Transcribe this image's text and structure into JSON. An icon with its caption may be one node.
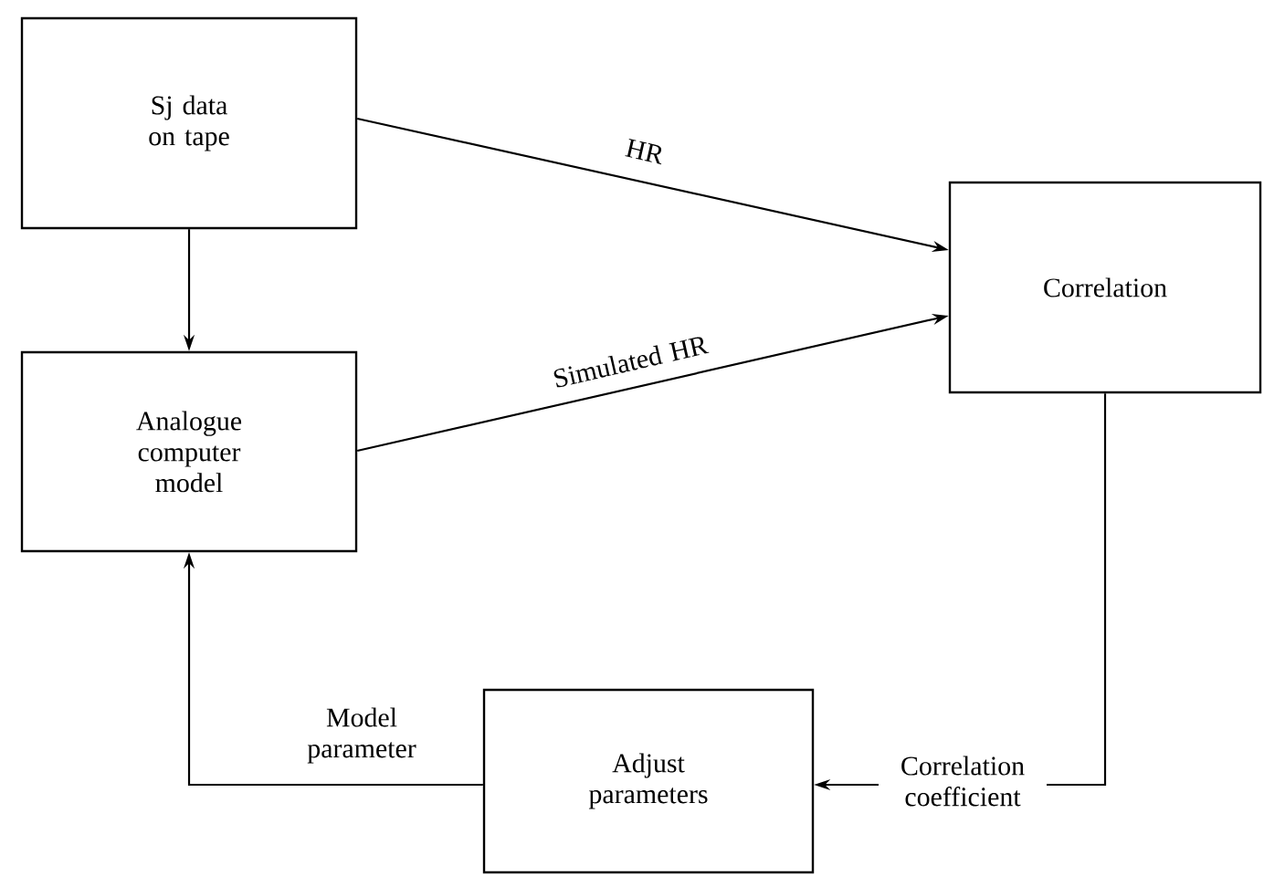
{
  "diagram": {
    "nodes": [
      {
        "text": [
          "Sj data on tape"
        ]
      },
      {
        "text": [
          "Analogue computer model"
        ]
      },
      {
        "text": [
          "Correlation"
        ]
      },
      {
        "text": [
          "Adjust parameters"
        ]
      }
    ],
    "edges": [
      {
        "from": 0,
        "to": 2,
        "arrow": "to",
        "label": "HR"
      },
      {
        "from": 0,
        "to": 1,
        "arrow": "to"
      },
      {
        "from": 1,
        "to": 2,
        "arrow": "to",
        "label": "Simulated HR"
      },
      {
        "from": 2,
        "to": 3,
        "arrow": "to",
        "label": "Correlation coefficient"
      },
      {
        "from": 3,
        "to": 1,
        "arrow": "to",
        "label": "Model parameter"
      }
    ]
  }
}
